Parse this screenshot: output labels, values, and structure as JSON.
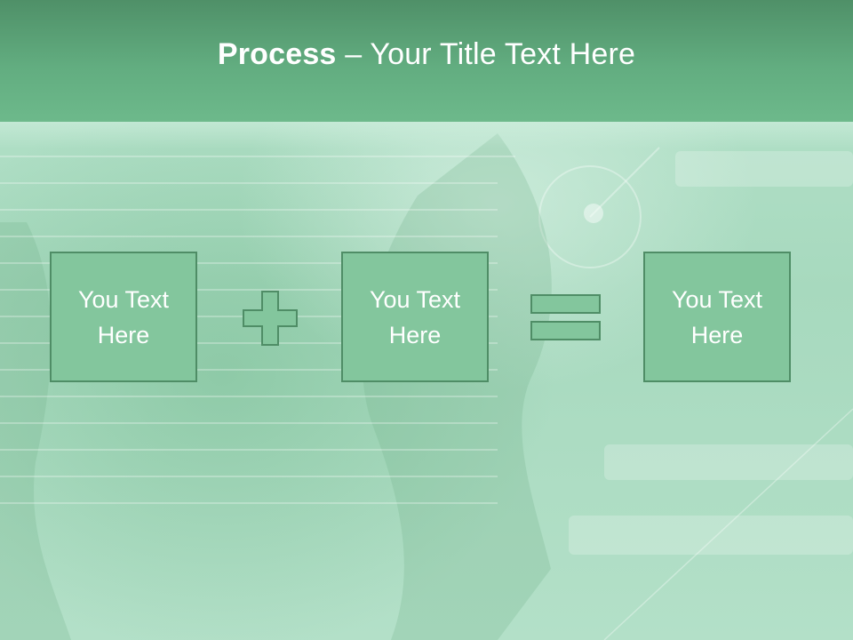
{
  "slide": {
    "title_bold": "Process",
    "title_rest": " – Your Title Text Here"
  },
  "process": {
    "boxes": [
      {
        "label": "You Text Here"
      },
      {
        "label": "You Text Here"
      },
      {
        "label": "You Text Here"
      }
    ],
    "operators": [
      "plus-icon",
      "equals-icon"
    ]
  },
  "colors": {
    "title_bar": "#62ad80",
    "box_fill": "#83c69d",
    "box_border": "#4f8d66",
    "text": "#ffffff"
  }
}
